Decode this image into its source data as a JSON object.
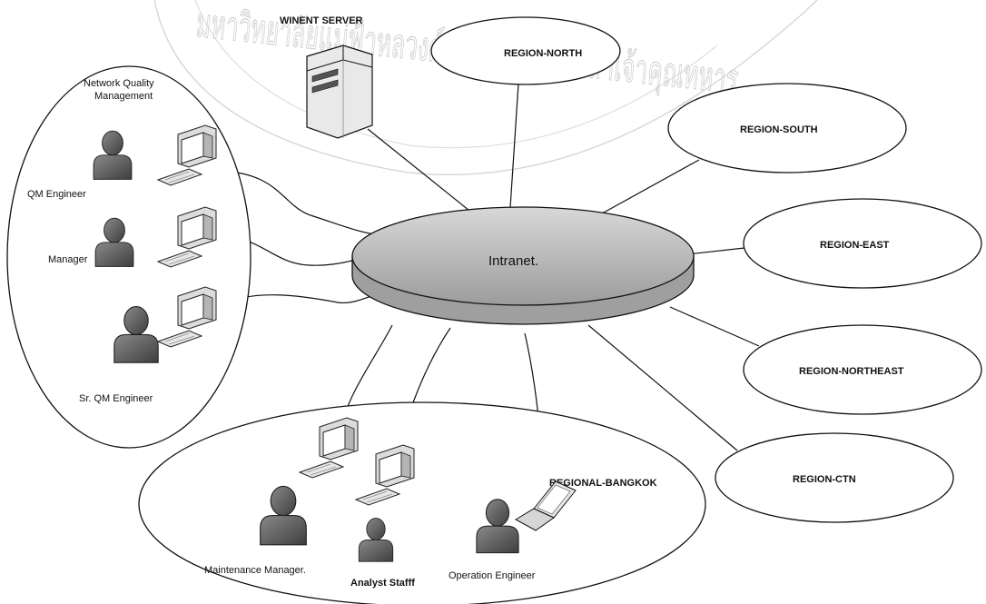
{
  "hub": {
    "label": "Intranet."
  },
  "server": {
    "label": "WINENT SERVER"
  },
  "groups": {
    "nqm": {
      "title_line1": "Network Quality",
      "title_line2": "Management",
      "people": [
        "QM Engineer",
        "Manager",
        "Sr. QM Engineer"
      ]
    },
    "bangkok": {
      "title": "REGIONAL-BANGKOK",
      "people": [
        "Maintenance Manager.",
        "Analyst Stafff",
        "Operation Engineer"
      ]
    }
  },
  "regions": [
    "REGION-NORTH",
    "REGION-SOUTH",
    "REGION-EAST",
    "REGION-NORTHEAST",
    "REGION-CTN"
  ],
  "watermark": {
    "text": "มหาวิทยาลัยแม่ฟ้าหลวงศ์นาคริทรจอมเกล้าเจ้าคุณทหาร"
  },
  "colors": {
    "line": "#111111",
    "person": "#555555",
    "computer": "#cfcfcf",
    "disk": "#c4c4c4"
  }
}
